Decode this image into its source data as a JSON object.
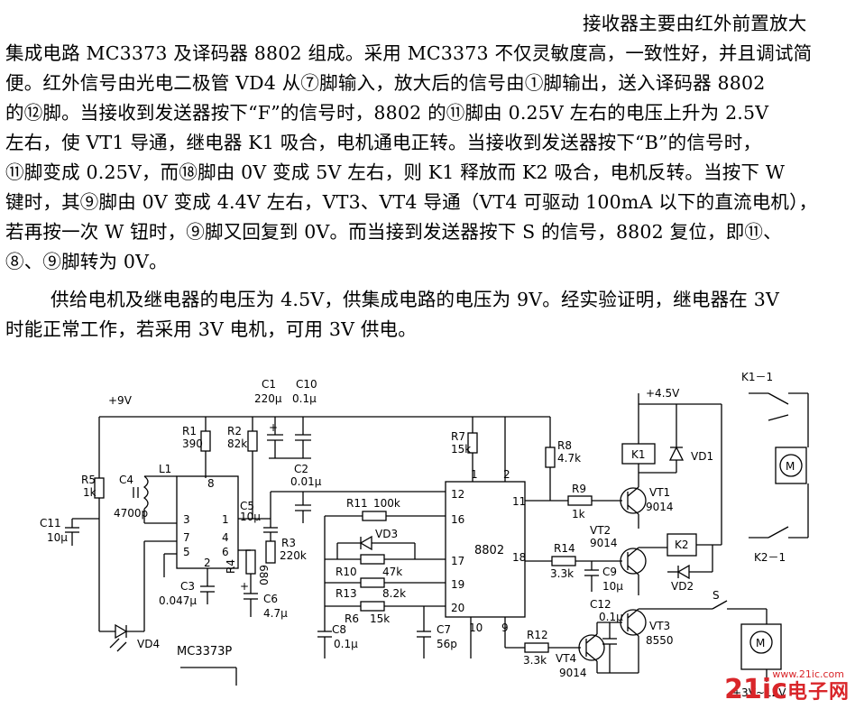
{
  "paragraph": {
    "lines": [
      "接收器主要由红外前置放大",
      "集成电路 MC3373 及译码器 8802 组成。采用 MC3373 不仅灵敏度高，一致性好，并且调试简",
      "便。红外信号由光电二极管 VD4 从⑦脚输入，放大后的信号由①脚输出，送入译码器 8802",
      "的⑫脚。当接收到发送器按下“F”的信号时，8802 的⑪脚由 0.25V 左右的电压上升为 2.5V",
      "左右，使 VT1 导通，继电器 K1 吸合，电机通电正转。当接收到发送器按下“B”的信号时，",
      "⑪脚变成 0.25V，而⑱脚由 0V 变成 5V 左右，则 K1 释放而 K2 吸合，电机反转。当按下 W",
      "键时，其⑨脚由 0V 变成 4.4V 左右，VT3、VT4 导通（VT4 可驱动 100mA 以下的直流电机），",
      "若再按一次 W 钮时，⑨脚又回复到 0V。而当接到发送器按下 S 的信号，8802 复位，即⑪、",
      "⑧、⑨脚转为 0V。",
      "供给电机及继电器的电压为 4.5V，供集成电路的电压为 9V。经实验证明，继电器在 3V",
      "时能正常工作，若采用 3V 电机，可用 3V 供电。"
    ]
  },
  "schematic": {
    "supply_9v": "+9V",
    "supply_45v": "+4.5V",
    "supply_motor": "+3V~12V",
    "ic1_name": "MC3373P",
    "ic2_name": "8802",
    "switch_s": "S",
    "components": {
      "R1": [
        "R1",
        "390"
      ],
      "R2": [
        "R2",
        "82k"
      ],
      "R3": [
        "R3",
        "220k"
      ],
      "R4": [
        "R4",
        "680"
      ],
      "R5": [
        "R5",
        "1k"
      ],
      "R6": [
        "R6",
        "15k"
      ],
      "R7": [
        "R7",
        "15k"
      ],
      "R8": [
        "R8",
        "4.7k"
      ],
      "R9": [
        "R9",
        "1k"
      ],
      "R10": [
        "R10",
        "47k"
      ],
      "R11": [
        "R11",
        "100k"
      ],
      "R12": [
        "R12",
        "3.3k"
      ],
      "R13": [
        "R13",
        "8.2k"
      ],
      "R14": [
        "R14",
        "3.3k"
      ],
      "C1": [
        "C1",
        "220μ"
      ],
      "C10": [
        "C10",
        "0.1μ"
      ],
      "C2": [
        "C2",
        "0.01μ"
      ],
      "C3": [
        "C3",
        "0.047μ"
      ],
      "C4": [
        "C4",
        "4700p"
      ],
      "C5": [
        "C5",
        "10μ"
      ],
      "C6": [
        "C6",
        "4.7μ"
      ],
      "C7": [
        "C7",
        "56p"
      ],
      "C8": [
        "C8",
        "0.1μ"
      ],
      "C9": [
        "C9",
        "10μ"
      ],
      "C11": [
        "C11",
        "10μ"
      ],
      "C12": [
        "C12",
        "0.1μ"
      ],
      "L1": [
        "L1",
        ""
      ],
      "VT1": [
        "VT1",
        "9014"
      ],
      "VT2": [
        "VT2",
        "9014"
      ],
      "VT3": [
        "VT3",
        "8550"
      ],
      "VT4": [
        "VT4",
        "9014"
      ],
      "VD1": [
        "VD1",
        ""
      ],
      "VD2": [
        "VD2",
        ""
      ],
      "VD3": [
        "VD3",
        ""
      ],
      "VD4": [
        "VD4",
        ""
      ],
      "K1": [
        "K1",
        ""
      ],
      "K2": [
        "K2",
        ""
      ],
      "K1-1": [
        "K1－1",
        ""
      ],
      "K2-1": [
        "K2－1",
        ""
      ]
    },
    "ic1_pins": [
      "8",
      "1",
      "3",
      "7",
      "5",
      "2",
      "4",
      "6"
    ],
    "ic2_pins": [
      "1",
      "2",
      "12",
      "16",
      "17",
      "19",
      "20",
      "10",
      "9",
      "11",
      "18"
    ]
  },
  "watermark": {
    "brand": "21ic",
    "cn": "电子网",
    "domain": "www.21ic.com"
  }
}
